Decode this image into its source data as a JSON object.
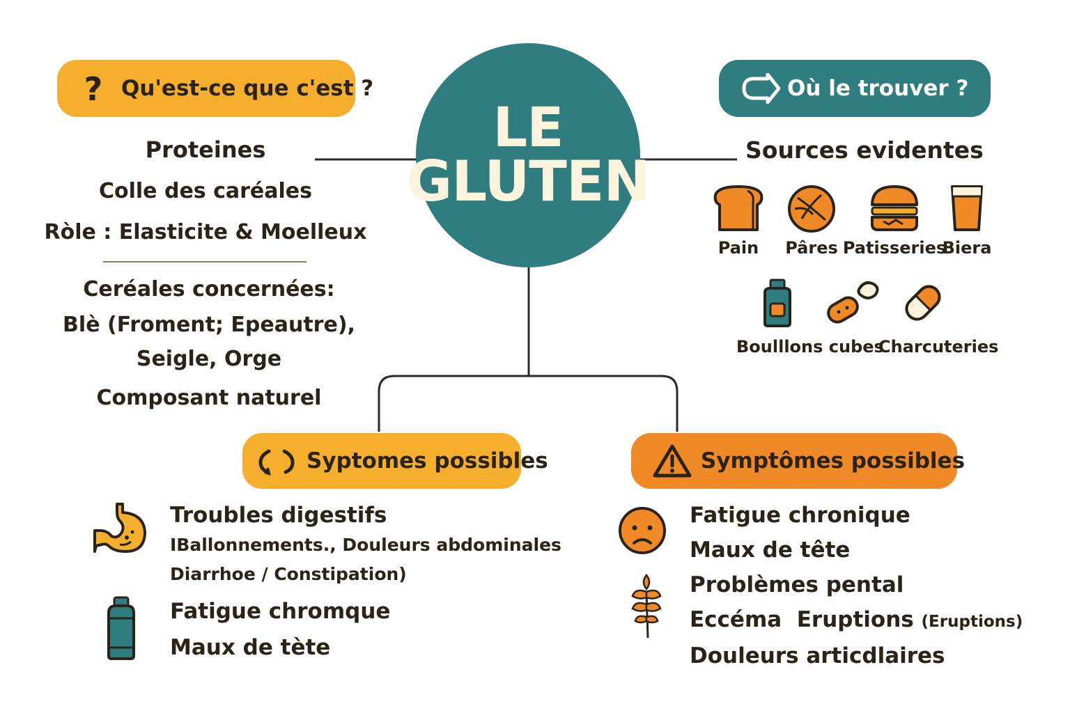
{
  "center": {
    "line1": "LE",
    "line2": "GLUTEN"
  },
  "what": {
    "header": "Qu'est-ce que c'est ?",
    "header_icon": "question-mark-icon",
    "items": [
      "Proteines",
      "Colle des caréales",
      "Ròle : Elasticite & Moelleux"
    ],
    "cereals_title": "Ceréales concernées:",
    "cereals_line1": "Blè (Froment; Epeautre),",
    "cereals_line2": "Seigle, Orge",
    "natural": "Composant naturel"
  },
  "where": {
    "header": "Où le trouver ?",
    "header_icon": "arrow-loop-icon",
    "sources_title": "Sources evidentes",
    "row1": [
      {
        "label": "Pain",
        "icon": "bread-icon"
      },
      {
        "label": "Pâres",
        "icon": "pasta-ball-icon"
      },
      {
        "label": "Patisseries",
        "icon": "burger-pastry-icon"
      },
      {
        "label": "Biera",
        "icon": "beer-glass-icon"
      }
    ],
    "row2": [
      {
        "label": "Boulllons cubes",
        "icons": [
          "stock-jar-icon",
          "sausage-icon"
        ]
      },
      {
        "label": "Charcuteries",
        "icon": "capsule-icon"
      }
    ]
  },
  "symptoms_left": {
    "header": "Syptomes possibles",
    "header_icon": "refresh-icon",
    "line1": "Troubles digestifs",
    "line2": "IBallonnements., Douleurs abdominales",
    "line3": "Diarrhoe / Constipation)",
    "line4": "Fatigue chromque",
    "line5": "Maux de tète",
    "icons": [
      "stomach-icon",
      "bottle-icon"
    ]
  },
  "symptoms_right": {
    "header": "Symptômes possibles",
    "header_icon": "warning-icon",
    "line1": "Fatigue chronique",
    "line2": "Maux de tête",
    "line3": "Problèmes pental",
    "line4": "Eccéma  Eruptions",
    "line4_small": "(Eruptions)",
    "line5": "Douleurs articdlaires",
    "icons": [
      "sad-face-icon",
      "wheat-icon"
    ]
  },
  "colors": {
    "teal": "#2f7d7e",
    "yellow": "#f6ae2d",
    "orange": "#f08a26",
    "cream": "#fbf3dc",
    "dark": "#2a2418"
  }
}
